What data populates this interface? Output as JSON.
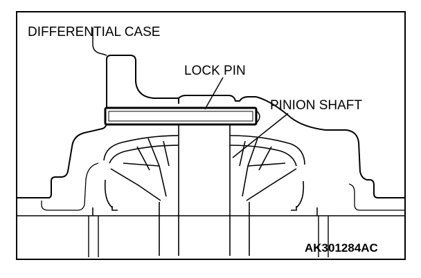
{
  "labels": {
    "differential_case": "DIFFERENTIAL CASE",
    "lock_pin": "LOCK PIN",
    "pinion_shaft": "PINION SHAFT"
  },
  "figure_code": "AK301284AC",
  "colors": {
    "line": "#000000",
    "background": "#ffffff"
  }
}
